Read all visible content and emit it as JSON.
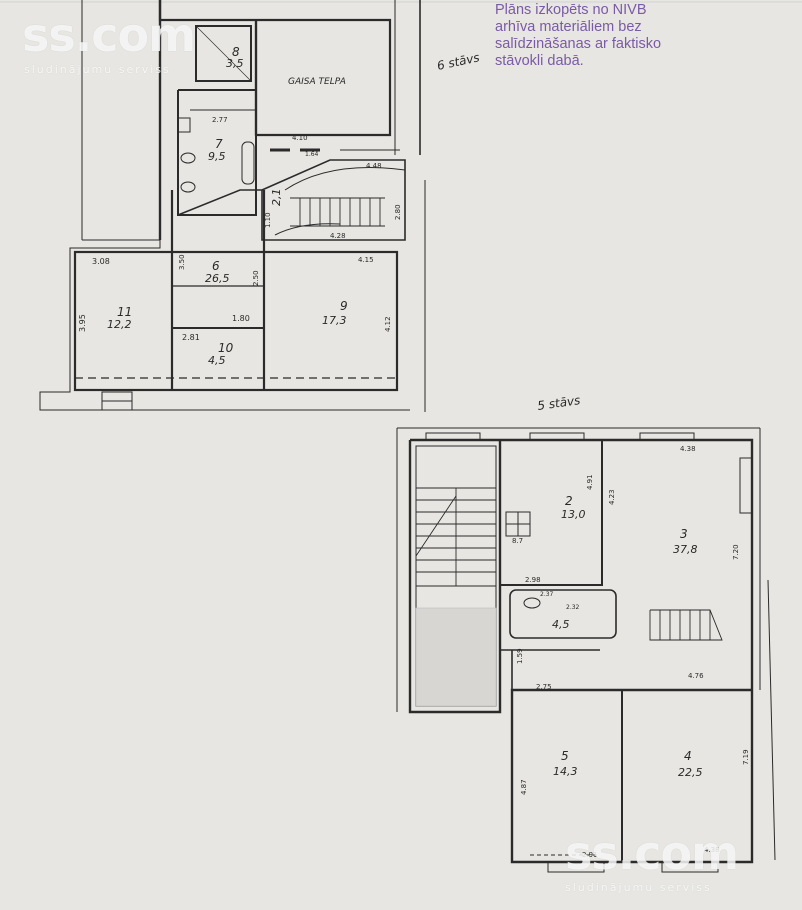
{
  "note": {
    "line1": "Plāns izkopēts no NIVB",
    "line2": "arhīva materiāliem bez",
    "line3": "salīdzināšanas ar faktisko",
    "line4": "stāvokli dabā."
  },
  "watermark": {
    "logo": "ss.com",
    "tagline": "sludinājumu serviss"
  },
  "upper_plan": {
    "floor_label": "6 stāvs",
    "rooms": [
      {
        "number": "8",
        "area": "3,5"
      },
      {
        "number": "7",
        "area": "9,5"
      },
      {
        "number": "6",
        "area": "26,5"
      },
      {
        "number": "11",
        "area": "12,2"
      },
      {
        "number": "9",
        "area": "17,3"
      },
      {
        "number": "10",
        "area": "4,5"
      },
      {
        "number": "",
        "area": "2,1"
      }
    ],
    "open_space_label": "GAISA TELPA",
    "dimensions": [
      "3.08",
      "3.95",
      "2.81",
      "1.80",
      "4.10",
      "1.64",
      "4.48",
      "4.28",
      "2.77",
      "4.15",
      "4.12",
      "2.50",
      "3.50",
      "1.10",
      "2.80"
    ]
  },
  "lower_plan": {
    "floor_label": "5 stāvs",
    "rooms": [
      {
        "number": "2",
        "area": "13,0"
      },
      {
        "number": "3",
        "area": "37,8"
      },
      {
        "number": "",
        "area": "4,5"
      },
      {
        "number": "5",
        "area": "14,3"
      },
      {
        "number": "4",
        "area": "22,5"
      }
    ],
    "dimensions": [
      "4.38",
      "4.91",
      "4.23",
      "2.98",
      "2.37",
      "2.32",
      "7.20",
      "4.76",
      "2.75",
      "1.59",
      "4.87",
      "2.91",
      "4.38",
      "7.19",
      "8.7"
    ]
  }
}
